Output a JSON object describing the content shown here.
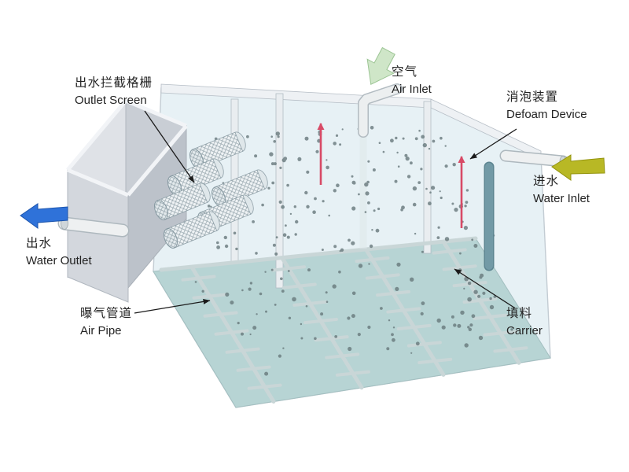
{
  "labels": {
    "outlet_screen": {
      "zh": "出水拦截格栅",
      "en": "Outlet Screen"
    },
    "air_inlet": {
      "zh": "空气",
      "en": "Air Inlet"
    },
    "defoam_device": {
      "zh": "消泡装置",
      "en": "Defoam Device"
    },
    "water_inlet": {
      "zh": "进水",
      "en": "Water Inlet"
    },
    "water_outlet": {
      "zh": "出水",
      "en": "Water Outlet"
    },
    "air_pipe": {
      "zh": "曝气管道",
      "en": "Air Pipe"
    },
    "carrier": {
      "zh": "填料",
      "en": "Carrier"
    }
  },
  "colors": {
    "water_surface": "#e7f1f5",
    "tank_floor": "#b7d4d4",
    "carrier_dot": "#68797c",
    "flow_arrow": "#d84a66",
    "air_inlet_arrow": "#cfe6c8",
    "water_inlet_arrow": "#b8b825",
    "water_outlet_arrow": "#2f72d9"
  }
}
